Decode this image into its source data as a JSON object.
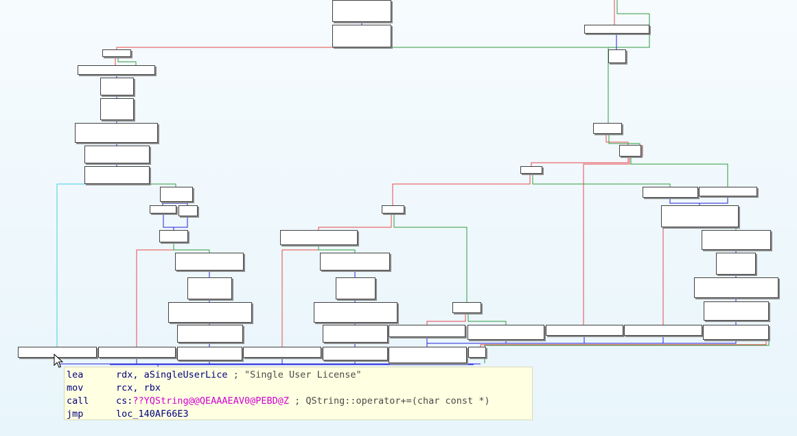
{
  "view": "IDA graph view",
  "edge_colors": {
    "true_branch": "#2f9a3c",
    "false_branch": "#e8474a",
    "unconditional": "#2020d8",
    "highlighted": "#3fd0e0"
  },
  "hint": {
    "lines": [
      {
        "mnemonic": "lea",
        "operands": "rdx, aSingleUserLice",
        "sep": " ; ",
        "comment": "\"Single User License\""
      },
      {
        "mnemonic": "mov",
        "operands": "rcx, rbx"
      },
      {
        "mnemonic": "call",
        "prefix": "cs:",
        "symbol": "??YQString@@QEAAAEAV0@PEBD@Z",
        "sep": " ; ",
        "comment": "QString::operator+=(char const *)"
      },
      {
        "mnemonic": "jmp",
        "operands": "loc_140AF66E3"
      }
    ],
    "colors": {
      "background": "#ffffe1",
      "mnemonic": "#000080",
      "symbol": "#d000d0",
      "comment": "#4a4a4a"
    }
  },
  "cursor": "arrow-cursor-icon"
}
